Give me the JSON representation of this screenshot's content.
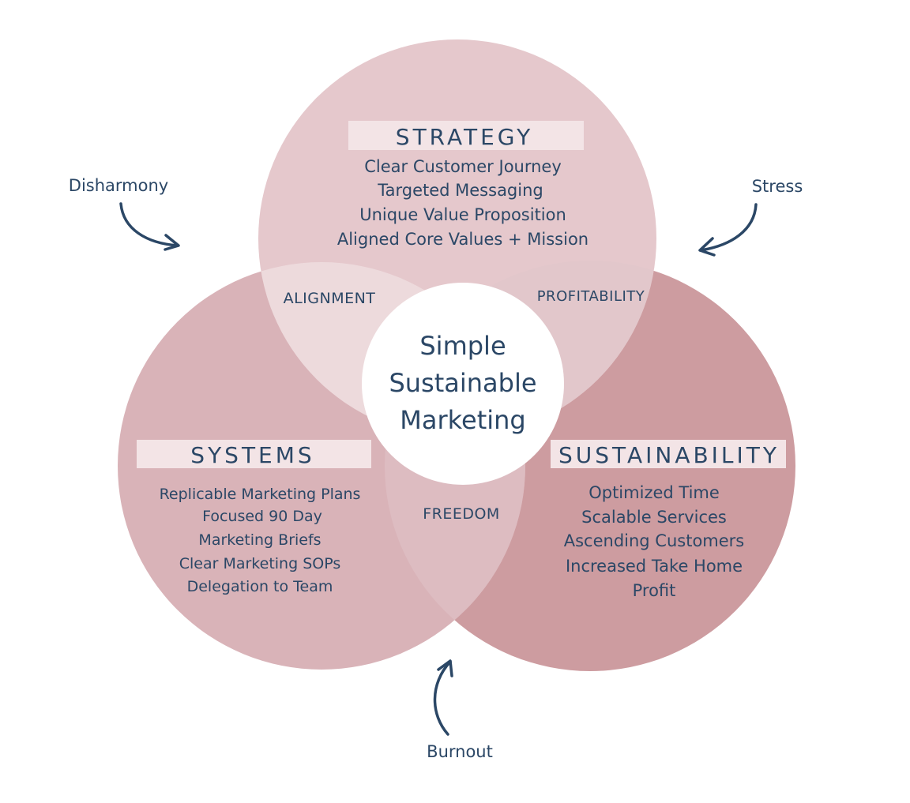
{
  "center": {
    "lines": [
      "Simple",
      "Sustainable",
      "Marketing"
    ]
  },
  "circles": {
    "strategy": {
      "title": "STRATEGY",
      "items": [
        "Clear Customer Journey",
        "Targeted Messaging",
        "Unique Value Proposition",
        "Aligned Core Values + Mission"
      ],
      "color": "#e5c8cc"
    },
    "systems": {
      "title": "SYSTEMS",
      "items": [
        "Replicable Marketing Plans",
        "Focused 90 Day",
        "Marketing Briefs",
        "Clear Marketing SOPs",
        "Delegation to Team"
      ],
      "color": "#d9b3b8"
    },
    "sustainability": {
      "title": "SUSTAINABILITY",
      "items": [
        "Optimized Time",
        "Scalable Services",
        "Ascending Customers",
        "Increased Take Home",
        "Profit"
      ],
      "color": "#cd9ca0"
    }
  },
  "overlaps": {
    "alignment": "ALIGNMENT",
    "profitability": "PROFITABILITY",
    "freedom": "FREEDOM"
  },
  "pressures": {
    "disharmony": "Disharmony",
    "stress": "Stress",
    "burnout": "Burnout"
  },
  "colors": {
    "text": "#2b4766",
    "overlap_light": "#eddadc",
    "overlap_mid": "#e2c7cb",
    "overlap_bottom": "#ddbcc1",
    "label_bg": "#f3e4e6",
    "center": "#ffffff"
  }
}
